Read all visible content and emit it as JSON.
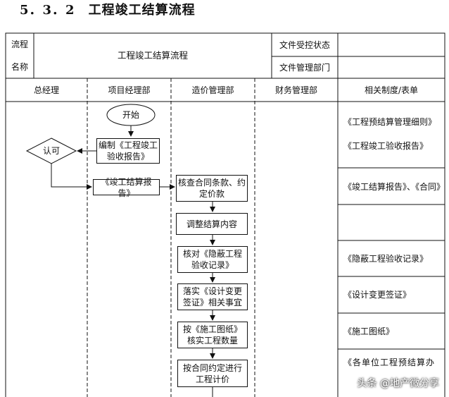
{
  "title": "5．3．2　工程竣工结算流程",
  "header": {
    "label_line1": "流程",
    "label_line2": "名称",
    "process_name": "工程竣工结算流程",
    "status_label": "文件受控状态",
    "dept_label": "文件管理部门"
  },
  "columns": [
    "总经理",
    "项目经理部",
    "造价管理部",
    "财务管理部",
    "相关制度/表单"
  ],
  "nodes": {
    "start": "开始",
    "approve": "认可",
    "compile": "编制《工程竣工验收报告》",
    "report": "《竣工结算报告》",
    "check_contract": "核查合同条款、约定价款",
    "adjust": "调整结算内容",
    "verify_hidden": "核对《隐蔽工程验收记录》",
    "design_change": "落实《设计变更签证》相关事宜",
    "drawings_qty": "按《施工图纸》核实工程数量",
    "contract_price": "按合同约定进行工程计价"
  },
  "documents": [
    "《工程预结算管理细则》",
    "《工程竣工验收报告》",
    "《竣工结算报告》、《合同》",
    "《隐蔽工程验收记录》",
    "《设计变更签证》",
    "《施工图纸》",
    "《各单位工程预结算办"
  ],
  "watermark": "头条 @地产微分享"
}
